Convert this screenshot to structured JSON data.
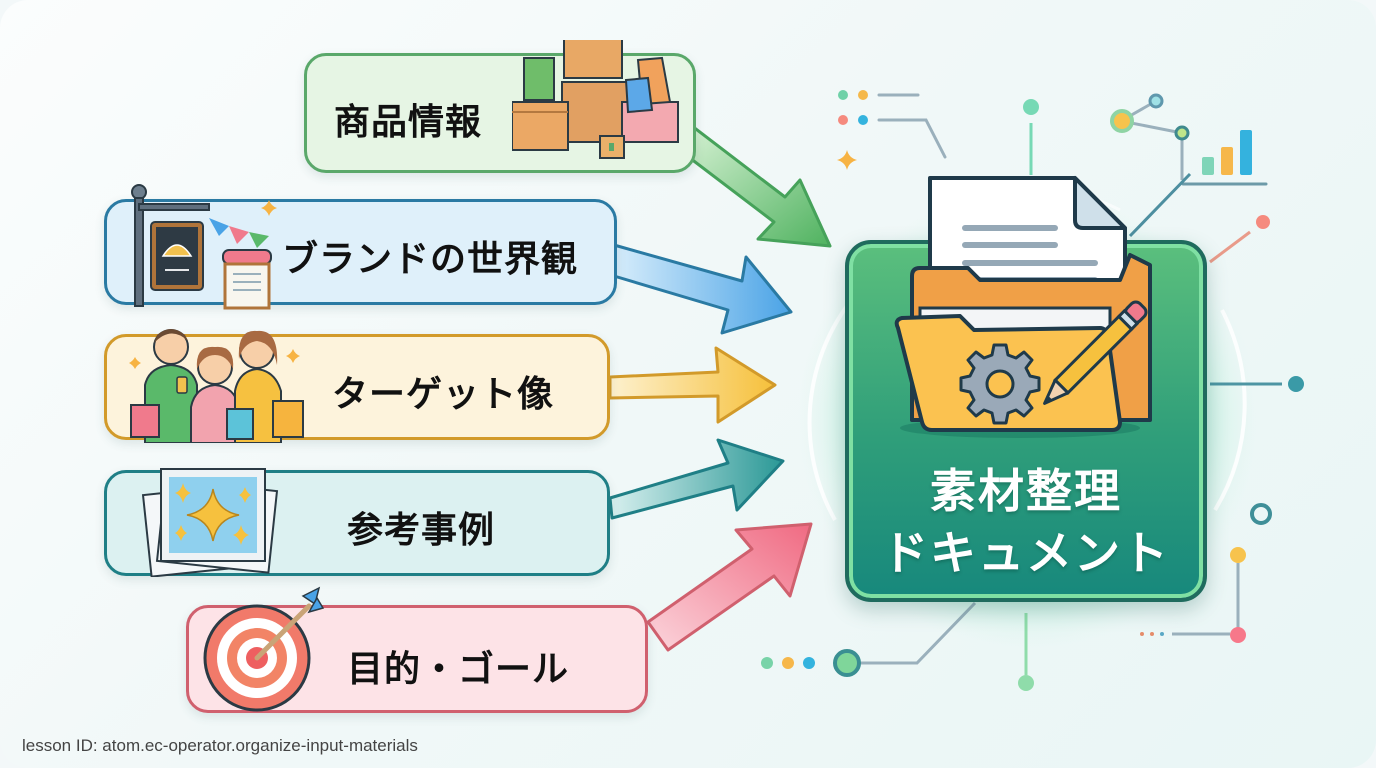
{
  "diagram": {
    "center": {
      "title_line1": "素材整理",
      "title_line2": "ドキュメント",
      "icons": [
        "document-icon",
        "folder-icon",
        "gear-icon",
        "pencil-icon"
      ]
    },
    "inputs": [
      {
        "label": "商品情報",
        "icon": "boxes-icon",
        "color": "#5aa86a",
        "bg": "#e6f5e4"
      },
      {
        "label": "ブランドの世界観",
        "icon": "storefront-sign-icon",
        "color": "#2a7aa3",
        "bg": "#dff0fa"
      },
      {
        "label": "ターゲット像",
        "icon": "shoppers-icon",
        "color": "#d29a2a",
        "bg": "#fdf3dc"
      },
      {
        "label": "参考事例",
        "icon": "sparkle-photos-icon",
        "color": "#1f7f86",
        "bg": "#dcf1f1"
      },
      {
        "label": "目的・ゴール",
        "icon": "target-icon",
        "color": "#d0606e",
        "bg": "#fde3e7"
      }
    ],
    "arrows": [
      {
        "from": "商品情報",
        "to": "素材整理ドキュメント",
        "color": "#59b96a"
      },
      {
        "from": "ブランドの世界観",
        "to": "素材整理ドキュメント",
        "color": "#4aa3e6"
      },
      {
        "from": "ターゲット像",
        "to": "素材整理ドキュメント",
        "color": "#f5c33e"
      },
      {
        "from": "参考事例",
        "to": "素材整理ドキュメント",
        "color": "#2b9a98"
      },
      {
        "from": "目的・ゴール",
        "to": "素材整理ドキュメント",
        "color": "#f07a8c"
      }
    ]
  },
  "footer": {
    "lesson_id": "lesson ID: atom.ec-operator.organize-input-materials"
  }
}
